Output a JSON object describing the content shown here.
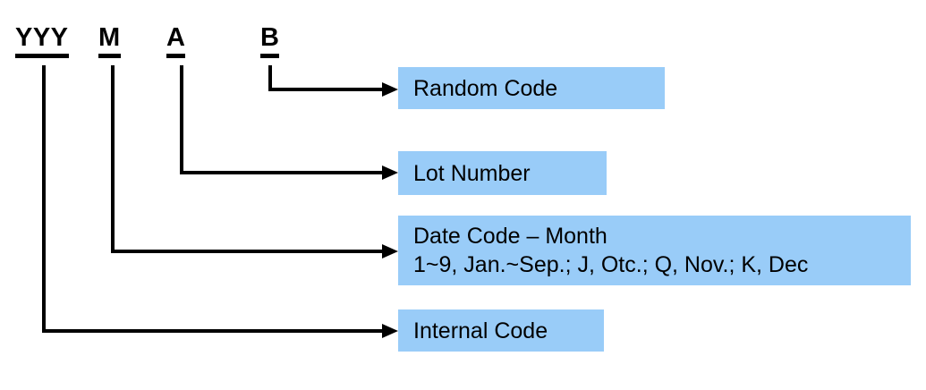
{
  "diagram": {
    "title": "marking code explanation",
    "code_labels": [
      {
        "id": "yyy",
        "text": "YYY"
      },
      {
        "id": "m",
        "text": "M"
      },
      {
        "id": "a",
        "text": "A"
      },
      {
        "id": "b",
        "text": "B"
      }
    ],
    "callouts": [
      {
        "id": "random-code",
        "source_letter": "B",
        "lines": [
          "Random Code"
        ]
      },
      {
        "id": "lot-number",
        "source_letter": "A",
        "lines": [
          "Lot Number"
        ]
      },
      {
        "id": "date-code",
        "source_letter": "M",
        "lines": [
          "Date Code – Month",
          "1~9, Jan.~Sep.; J, Otc.; Q, Nov.; K, Dec"
        ]
      },
      {
        "id": "internal-code",
        "source_letter": "YYY",
        "lines": [
          "Internal Code"
        ]
      }
    ],
    "colors": {
      "box_fill": "#99CCF8",
      "line": "#000000",
      "text": "#000000"
    }
  }
}
